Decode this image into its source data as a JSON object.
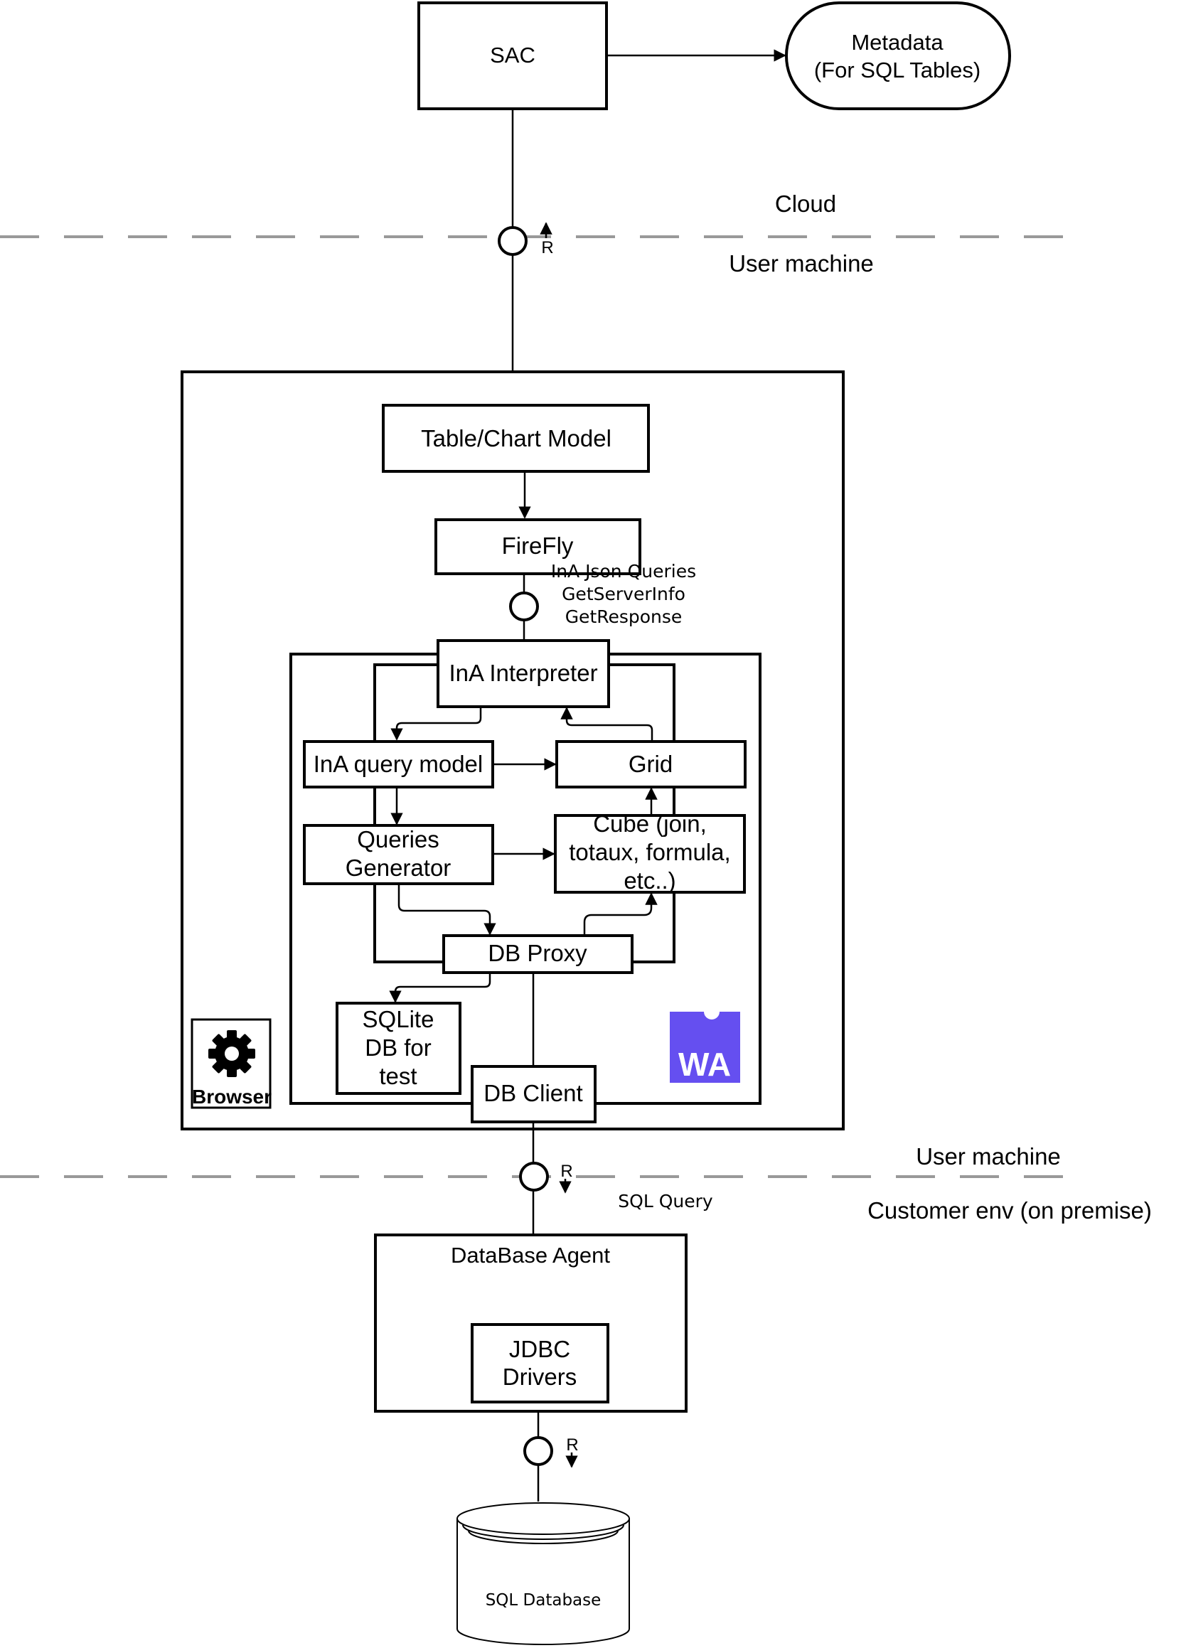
{
  "zones": {
    "cloud": "Cloud",
    "user_machine_top": "User machine",
    "user_machine_bottom": "User machine",
    "customer_env": "Customer env (on premise)"
  },
  "nodes": {
    "sac": "SAC",
    "metadata_line1": "Metadata",
    "metadata_line2": "(For SQL Tables)",
    "table_chart_model": "Table/Chart Model",
    "firefly": "FireFly",
    "ina_interpreter": "InA Interpreter",
    "ina_query_model": "InA query model",
    "grid": "Grid",
    "queries_generator_line1": "Queries",
    "queries_generator_line2": "Generator",
    "cube_line1": "Cube (join,",
    "cube_line2": "totaux, formula,",
    "cube_line3": "etc..)",
    "db_proxy": "DB Proxy",
    "sqlite_line1": "SQLite",
    "sqlite_line2": "DB for",
    "sqlite_line3": "test",
    "db_client": "DB Client",
    "database_agent": "DataBase Agent",
    "jdbc_line1": "JDBC",
    "jdbc_line2": "Drivers",
    "sql_database": "SQL Database"
  },
  "labels": {
    "ina_json_queries": "InA Json Queries",
    "get_server_info": "GetServerInfo",
    "get_response": "GetResponse",
    "sql_query": "SQL Query",
    "r_cloud": "R",
    "r_client": "R",
    "r_database": "R"
  },
  "logos": {
    "browser_text": "Browser",
    "browser_icon": "gear-icon",
    "wa_text": "WA",
    "wa_color": "#654ff0"
  }
}
